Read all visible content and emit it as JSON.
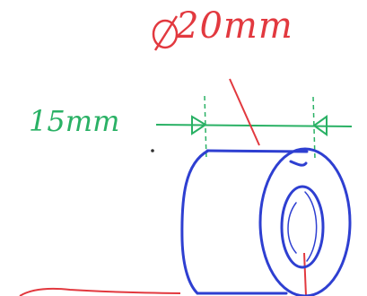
{
  "drawing": {
    "diameter_label": "20mm",
    "diameter_symbol": "Ø",
    "length_label": "15mm",
    "colors": {
      "diameter": "#e2393f",
      "length": "#2ab165",
      "part": "#2e3fd1"
    }
  }
}
